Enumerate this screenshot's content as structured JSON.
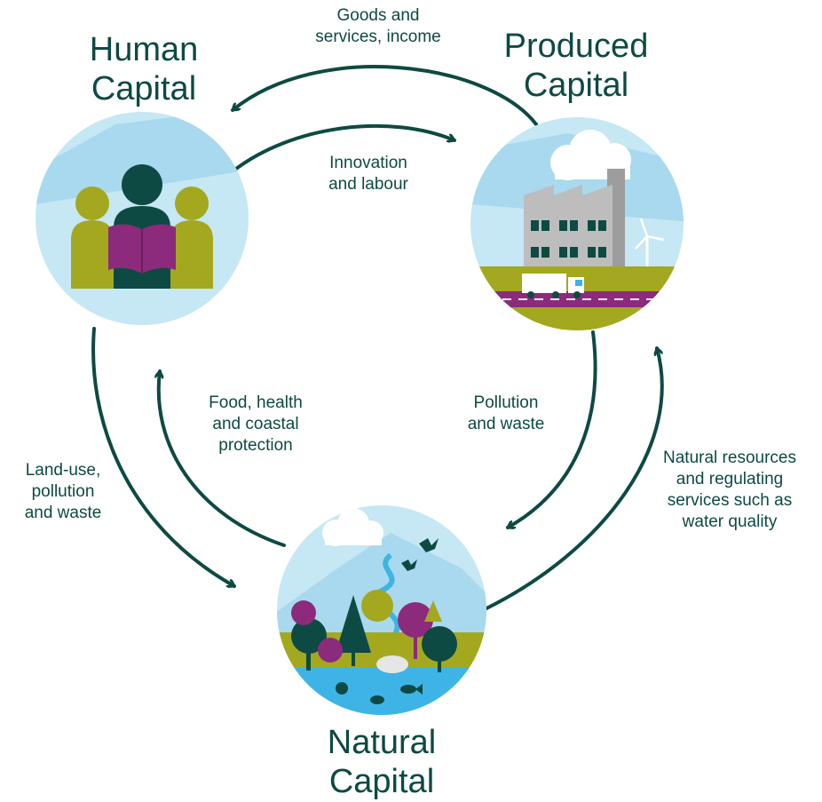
{
  "nodes": {
    "human": {
      "title_lines": [
        "Human",
        "Capital"
      ],
      "icon": "people-reading-book-icon"
    },
    "produced": {
      "title_lines": [
        "Produced",
        "Capital"
      ],
      "icon": "factory-truck-icon"
    },
    "natural": {
      "title_lines": [
        "Natural",
        "Capital"
      ],
      "icon": "nature-landscape-icon"
    }
  },
  "flows": {
    "goods": {
      "from": "Produced Capital",
      "to": "Human Capital",
      "lines": [
        "Goods and",
        "services, income"
      ]
    },
    "innovation": {
      "from": "Human Capital",
      "to": "Produced Capital",
      "lines": [
        "Innovation",
        "and labour"
      ]
    },
    "food": {
      "from": "Natural Capital",
      "to": "Human Capital",
      "lines": [
        "Food, health",
        "and coastal",
        "protection"
      ]
    },
    "landuse": {
      "from": "Human Capital",
      "to": "Natural Capital",
      "lines": [
        "Land-use,",
        "pollution",
        "and waste"
      ]
    },
    "pollution": {
      "from": "Produced Capital",
      "to": "Natural Capital",
      "lines": [
        "Pollution",
        "and waste"
      ]
    },
    "resources": {
      "from": "Natural Capital",
      "to": "Produced Capital",
      "lines": [
        "Natural resources",
        "and regulating",
        "services such as",
        "water quality"
      ]
    }
  },
  "colors": {
    "arrow": "#0d4a43",
    "text": "#0d4a43",
    "sky": "#c6e7f4",
    "olive": "#a3a81e",
    "purple": "#8c2a7c",
    "dark_green": "#0d4a43",
    "water": "#3db4e5"
  }
}
